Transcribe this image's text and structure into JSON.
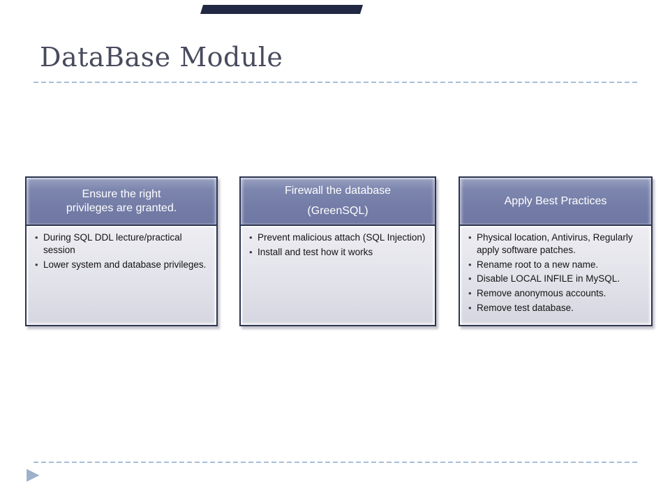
{
  "slide": {
    "title": "DataBase Module"
  },
  "glyphs": {
    "bullet": "•",
    "footer_arrow": "▶"
  },
  "colors": {
    "top_bar": "#202843",
    "title_text": "#484b5d",
    "dashed_rule": "#a7bfd9",
    "card_border": "#2c3450",
    "header_fill": "#7a84ac",
    "header_text": "#ffffff",
    "body_fill": "#e2e2ea",
    "body_text": "#141414",
    "footer_arrow": "#9db1ca"
  },
  "cards": [
    {
      "name": "privileges",
      "header_lines": [
        "Ensure the right",
        "privileges are granted."
      ],
      "bullets": [
        "During SQL DDL lecture/practical session",
        "Lower system and database privileges."
      ]
    },
    {
      "name": "firewall",
      "header_lines": [
        "Firewall the database",
        "(GreenSQL)"
      ],
      "bullets": [
        "Prevent malicious attach (SQL Injection)",
        "Install and test how it works"
      ]
    },
    {
      "name": "best-practices",
      "header_lines": [
        "Apply Best Practices"
      ],
      "bullets": [
        "Physical location, Antivirus, Regularly apply software patches.",
        "Rename root to a new name.",
        "Disable LOCAL INFILE in MySQL.",
        "Remove anonymous accounts.",
        "Remove test database."
      ]
    }
  ]
}
